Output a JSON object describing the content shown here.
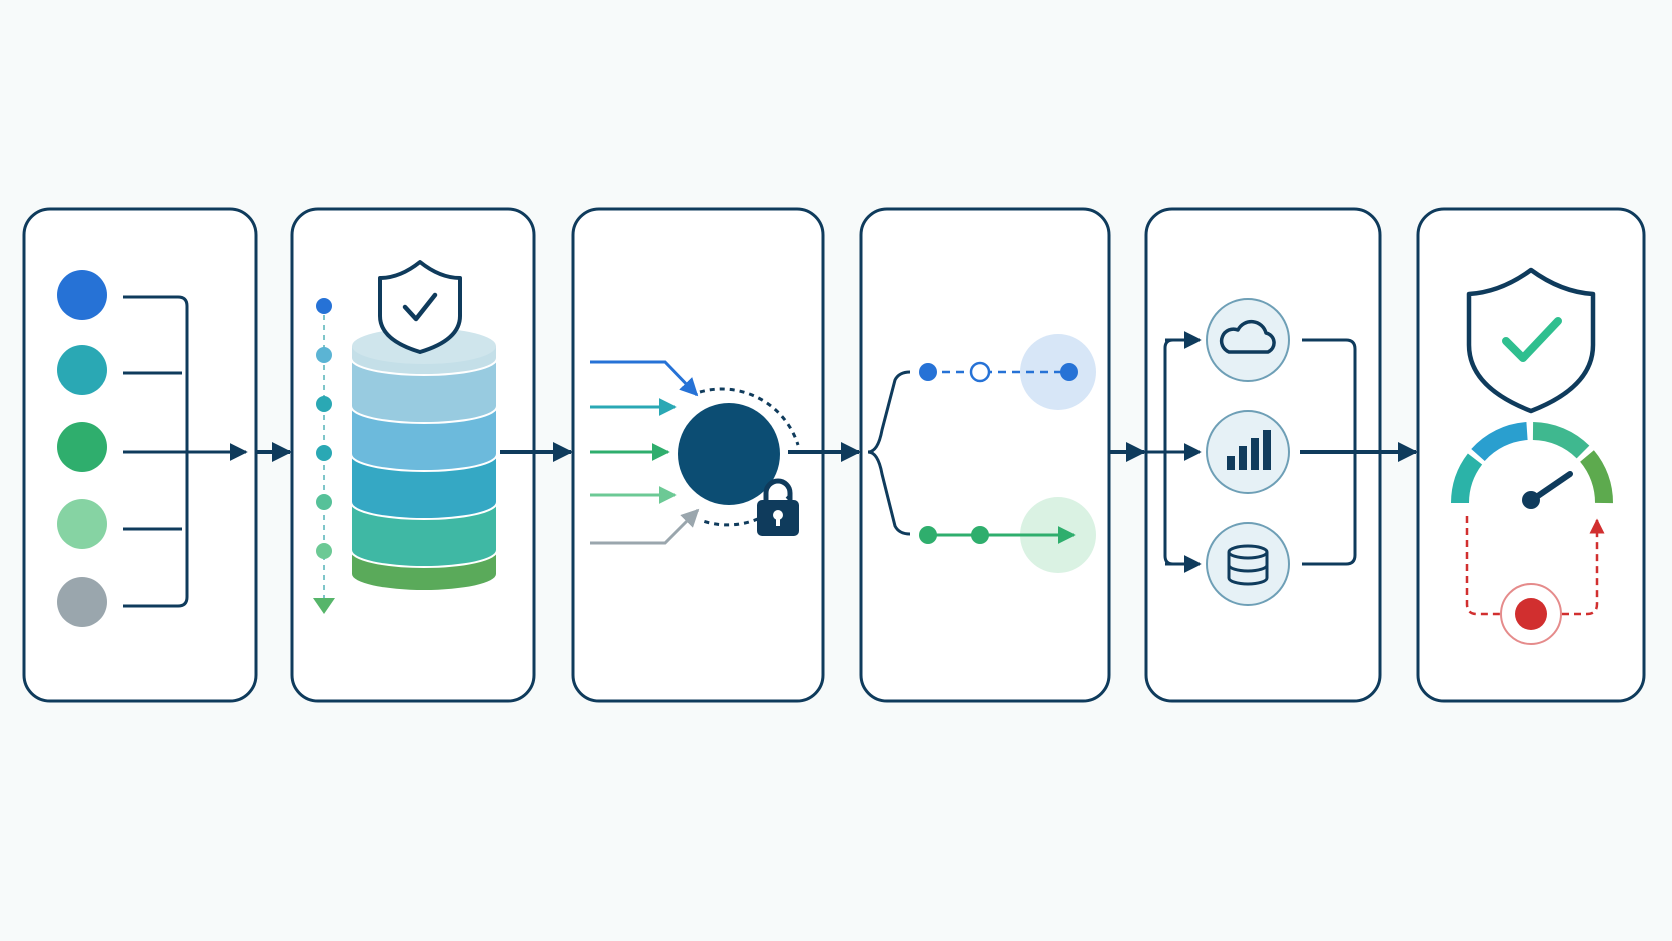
{
  "title": "",
  "colors": {
    "background": "#f7fafa",
    "panel_border": "#0f3b5c",
    "connector": "#0f3b5c",
    "node_fill": "#0c4d73",
    "blue": "#2672d6",
    "teal": "#2aa8b4",
    "green": "#2fae6d",
    "light_green": "#86d3a3",
    "gray": "#9aa6ad",
    "alert_red": "#d12f2f",
    "gauge": [
      "#2bb3a8",
      "#2a9fcf",
      "#3fb88f",
      "#5daa4e"
    ]
  },
  "diagram": {
    "stages": [
      {
        "id": "sources",
        "icons": [
          "blue-circle",
          "teal-circle",
          "green-circle",
          "light-green-circle",
          "gray-circle"
        ]
      },
      {
        "id": "validated-store",
        "icons": [
          "shield-check-icon",
          "layered-database-icon",
          "vertical-timeline-icon"
        ]
      },
      {
        "id": "secure-aggregation",
        "icons": [
          "converging-arrows-icon",
          "central-node",
          "lock-icon"
        ]
      },
      {
        "id": "routing",
        "icons": [
          "dashed-blue-path",
          "solid-green-path"
        ]
      },
      {
        "id": "destinations",
        "icons": [
          "cloud-icon",
          "bar-chart-icon",
          "database-icon"
        ]
      },
      {
        "id": "monitoring",
        "icons": [
          "shield-check-icon",
          "gauge-icon",
          "alert-icon"
        ]
      }
    ],
    "flow": "left-to-right"
  }
}
